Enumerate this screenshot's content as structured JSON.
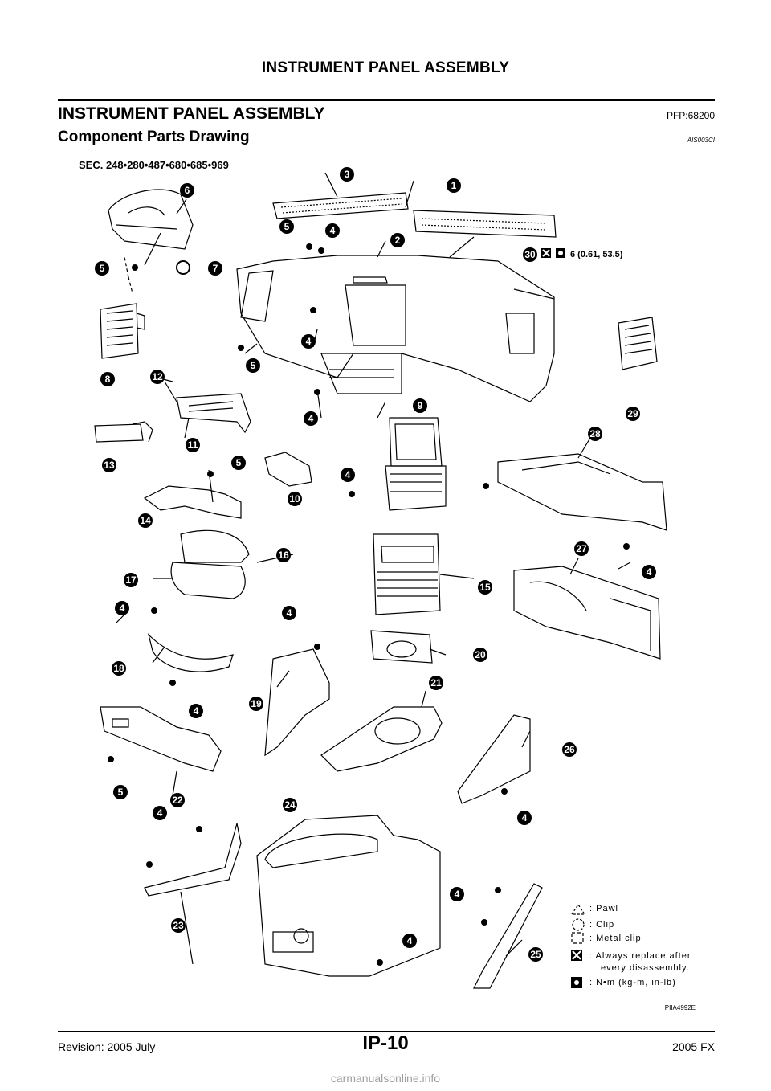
{
  "header": {
    "running_title": "INSTRUMENT PANEL ASSEMBLY"
  },
  "section": {
    "title": "INSTRUMENT PANEL ASSEMBLY",
    "pfp": "PFP:68200",
    "subtitle": "Component Parts Drawing",
    "ref": "AIS003CI"
  },
  "figure": {
    "sec_numbers": "SEC. 248•280•487•680•685•969",
    "torque": "6 (0.61, 53.5)",
    "code": "PIIA4992E",
    "callouts": [
      "1",
      "2",
      "3",
      "4",
      "5",
      "6",
      "7",
      "8",
      "9",
      "10",
      "11",
      "12",
      "13",
      "14",
      "15",
      "16",
      "17",
      "18",
      "19",
      "20",
      "21",
      "22",
      "23",
      "24",
      "25",
      "26",
      "27",
      "28",
      "29",
      "30"
    ]
  },
  "legend": {
    "pawl": ": Pawl",
    "clip": ": Clip",
    "metal_clip": ": Metal clip",
    "replace": ": Always replace after",
    "replace2": "every disassembly.",
    "torque": ": N•m (kg-m, in-lb)"
  },
  "footer": {
    "revision": "Revision: 2005 July",
    "page": "IP-10",
    "model": "2005 FX",
    "watermark": "carmanualsonline.info"
  }
}
